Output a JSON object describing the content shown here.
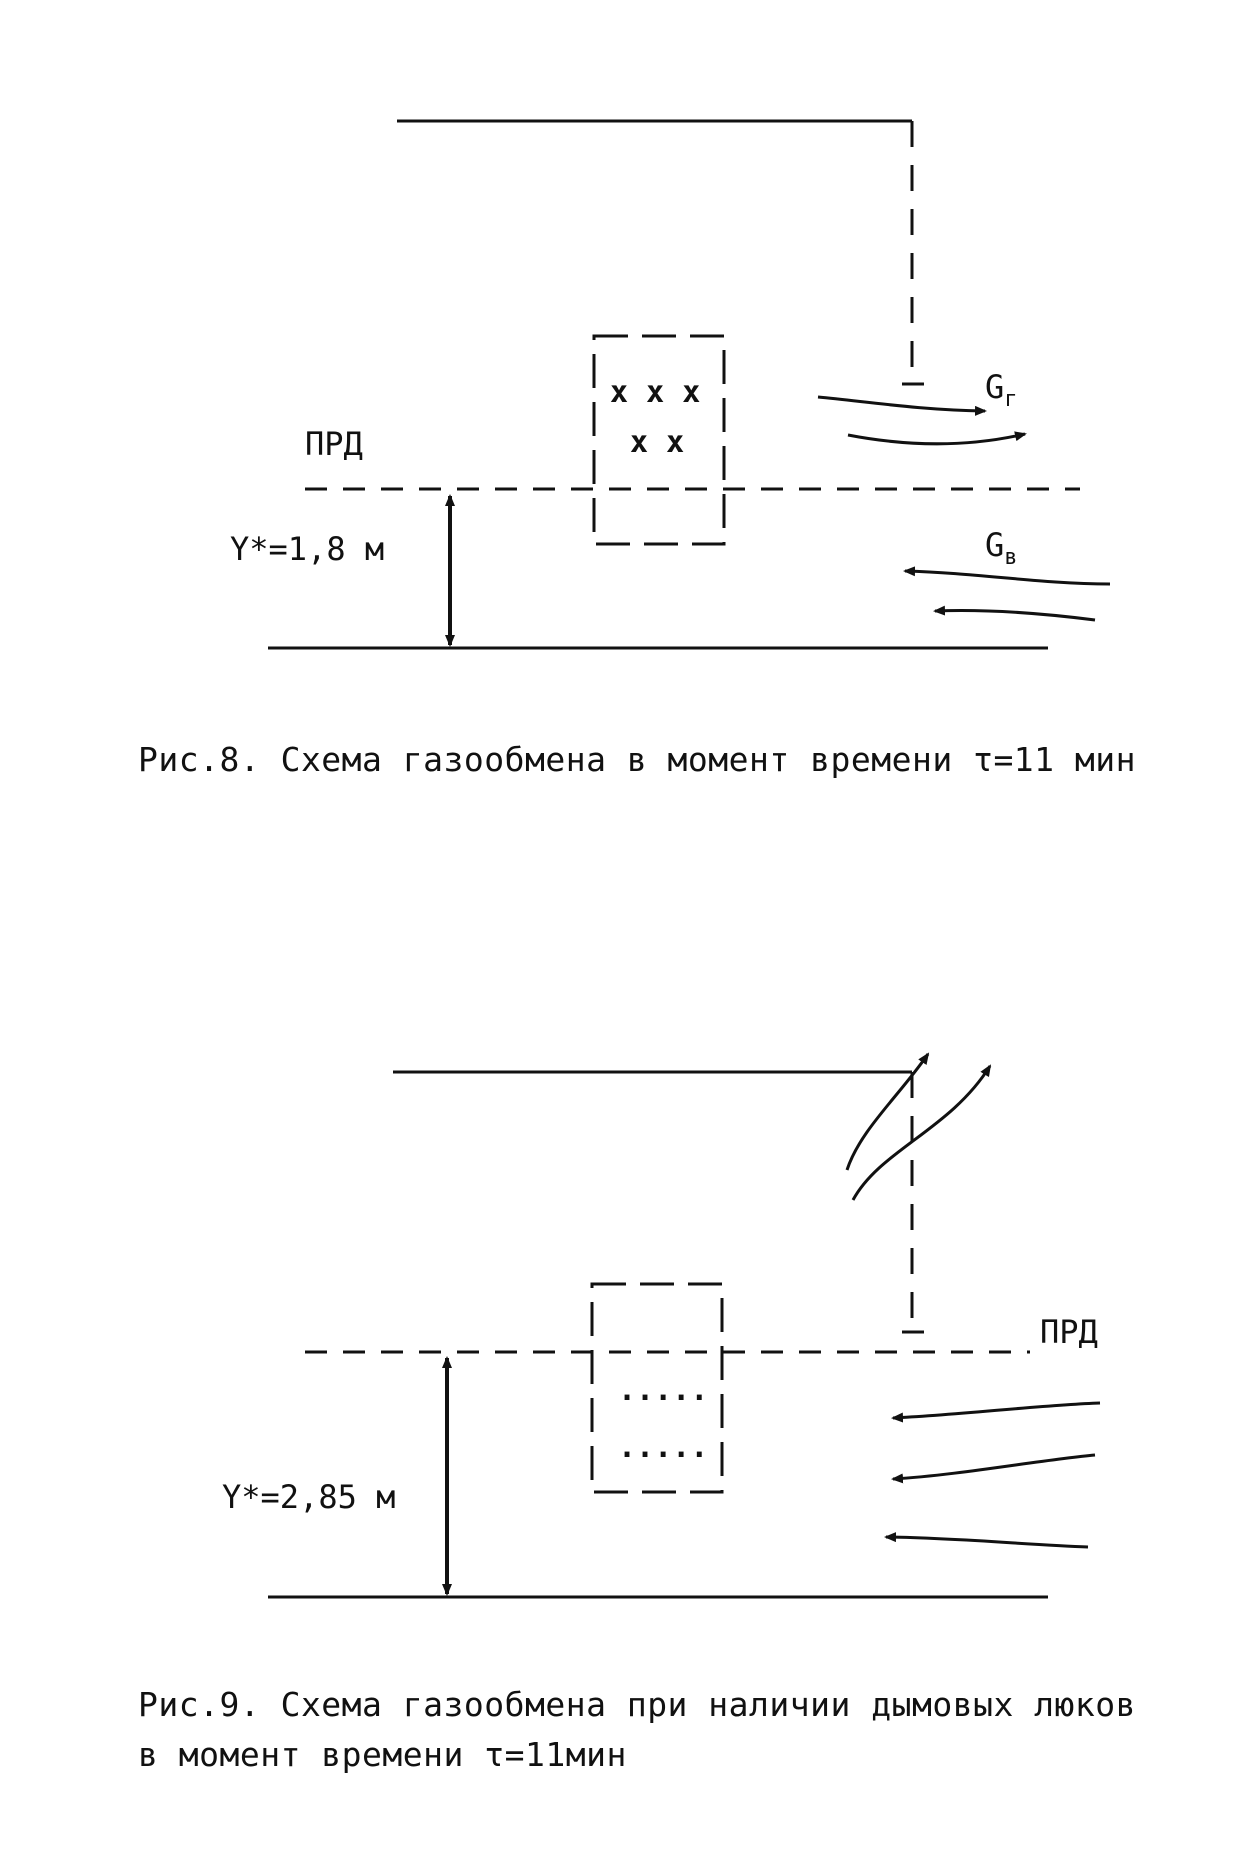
{
  "figure8": {
    "zone_label": "ПРД",
    "height_label": "Y*=1,8 м",
    "gas_out_main": "G",
    "gas_out_sub": "г",
    "gas_in_main": "G",
    "gas_in_sub": "в",
    "fire_row1": "x x x",
    "fire_row2": "x x",
    "caption": "Рис.8. Схема газообмена в момент времени τ=11 мин"
  },
  "figure9": {
    "zone_label": "ПРД",
    "height_label": "Y*=2,85 м",
    "fire_row1": ".....",
    "fire_row2": ".....",
    "caption_line1": "Рис.9. Схема газообмена при наличии дымовых люков",
    "caption_line2": "в момент времени τ=11мин"
  }
}
